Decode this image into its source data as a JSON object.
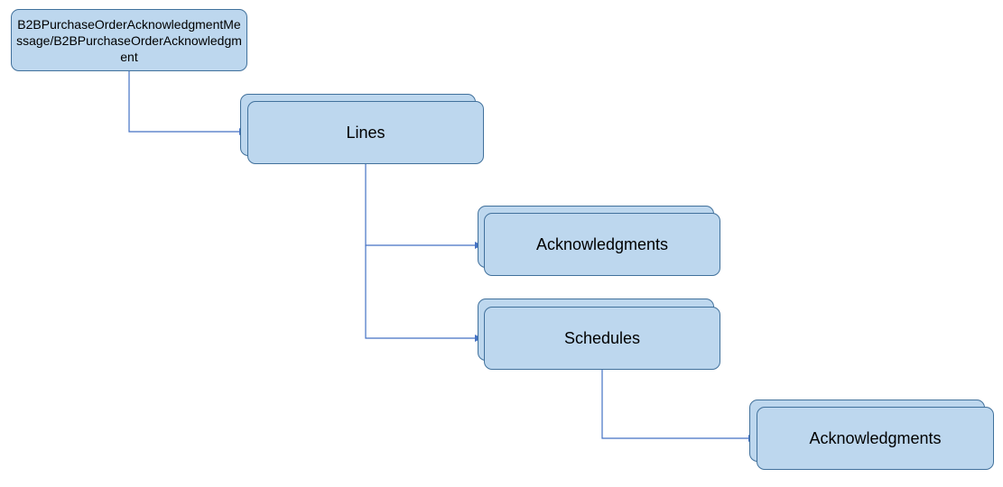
{
  "diagram": {
    "root": {
      "label": "B2BPurchaseOrderAcknowledgmentMessage/B2BPurchaseOrderAcknowledgment"
    },
    "lines": {
      "label": "Lines"
    },
    "line_acknowledgments": {
      "label": "Acknowledgments"
    },
    "schedules": {
      "label": "Schedules"
    },
    "schedule_acknowledgments": {
      "label": "Acknowledgments"
    }
  },
  "colors": {
    "node_fill": "#bdd7ee",
    "node_border": "#41719c",
    "connector": "#4472c4"
  }
}
